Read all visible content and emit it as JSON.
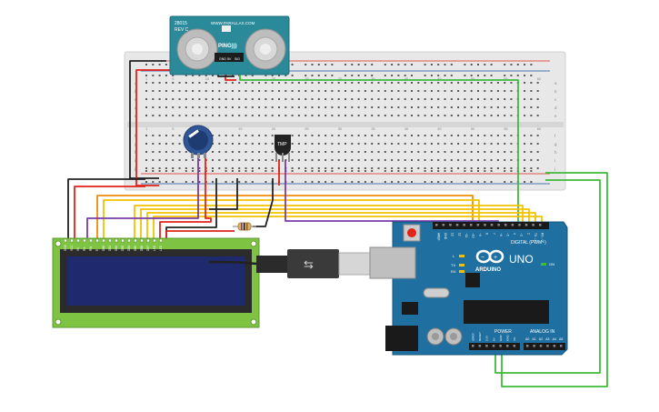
{
  "sensor": {
    "model": "28015",
    "rev": "REV C",
    "url": "WWW.PARALLAX.COM",
    "name": "PING)))",
    "pins": [
      "GND",
      "5V",
      "SIG"
    ]
  },
  "breadboard": {
    "row_letters": [
      "a",
      "b",
      "c",
      "d",
      "e",
      "f",
      "g",
      "h",
      "i",
      "j"
    ],
    "column_labels": [
      "1",
      "5",
      "10",
      "15",
      "20",
      "25",
      "30",
      "35",
      "40",
      "45",
      "50",
      "55",
      "60"
    ]
  },
  "temp_sensor": {
    "label": "TMP"
  },
  "lcd": {
    "pins": [
      "GND",
      "VCC",
      "V0",
      "RS",
      "RW",
      "E",
      "DB0",
      "DB1",
      "DB2",
      "DB3",
      "DB4",
      "DB5",
      "DB6",
      "DB7",
      "LED",
      "LED"
    ]
  },
  "arduino": {
    "logo": "ARDUINO",
    "model": "UNO",
    "digital_label": "DIGITAL (PWM~)",
    "power_label": "POWER",
    "analog_label": "ANALOG IN",
    "top_pins": [
      "AREF",
      "GND",
      "13",
      "12",
      "~11",
      "~10",
      "~9",
      "8",
      "7",
      "~6",
      "~5",
      "4",
      "~3",
      "2",
      "TX→1",
      "RX←0"
    ],
    "power_pins": [
      "IOREF",
      "RESET",
      "3.3V",
      "5V",
      "GND",
      "GND",
      "Vin"
    ],
    "analog_pins": [
      "A0",
      "A1",
      "A2",
      "A3",
      "A4",
      "A5"
    ],
    "leds": [
      "L",
      "TX",
      "RX",
      "ON"
    ]
  },
  "colors": {
    "wire_red": "#e32219",
    "wire_black": "#222222",
    "wire_green": "#3dbb3a",
    "wire_yellow": "#f2c200",
    "wire_orange": "#f08c0a",
    "wire_purple": "#7b3aa8",
    "breadboard": "#e8e8e8",
    "arduino_board": "#1f6fa0",
    "sensor_board": "#2a8a9a",
    "lcd_board": "#7fc343",
    "lcd_screen": "#1f2a6e"
  }
}
